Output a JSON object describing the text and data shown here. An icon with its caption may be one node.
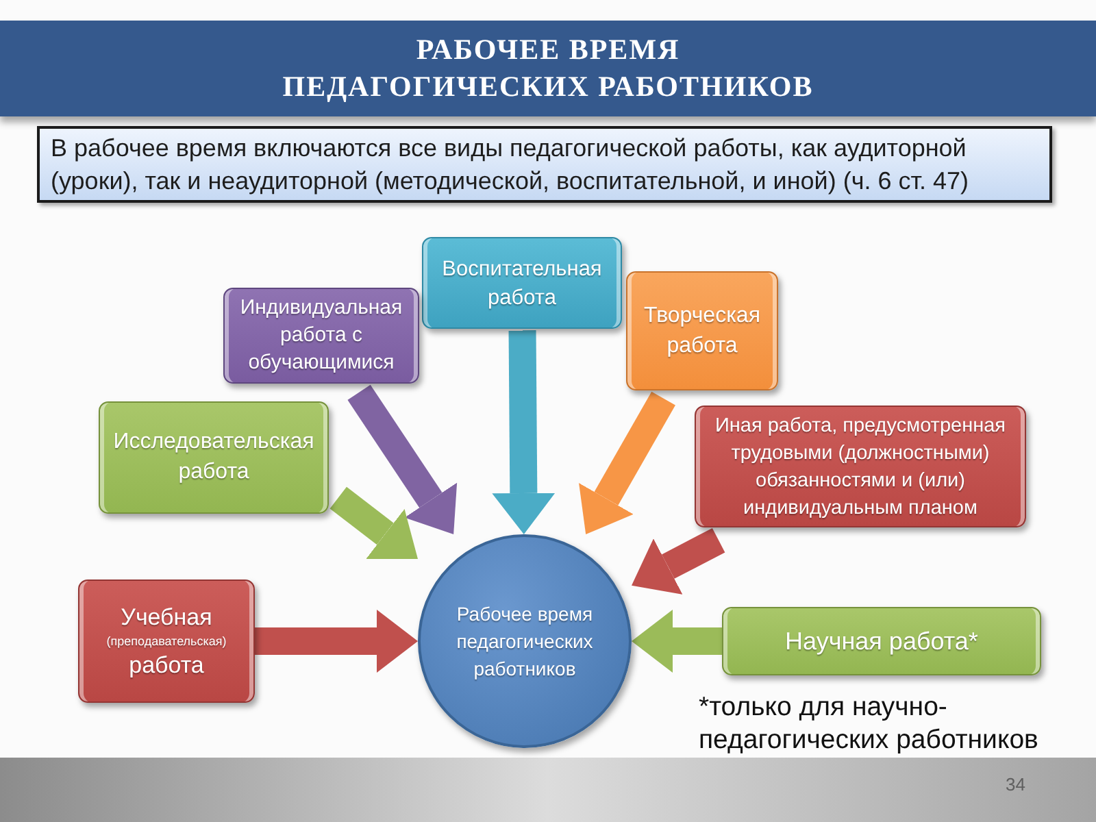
{
  "diagram": {
    "title": "РАБОЧЕЕ ВРЕМЯ ПЕДАГОГИЧЕСКИХ РАБОТНИКОВ",
    "nodes": [
      {
        "text": [
          "В рабочее время включаются все виды педагогической работы, как аудиторной (уроки), так и неаудиторной (методической, воспитательной, и иной) (ч. 6 ст. 47)"
        ]
      },
      {
        "text": [
          "Воспитательная работа"
        ]
      },
      {
        "text": [
          "Индивидуальная работа с обучающимися"
        ]
      },
      {
        "text": [
          "Творческая работа"
        ]
      },
      {
        "text": [
          "Исследовательская работа"
        ]
      },
      {
        "text": [
          "Иная работа, предусмотренная трудовыми (должностными) обязанностями и (или) индивидуальным планом"
        ]
      },
      {
        "text": [
          "Учебная",
          "(преподавательская)",
          "работа"
        ]
      },
      {
        "text": [
          "Рабочее время педагогических работников"
        ]
      },
      {
        "text": [
          "Научная работа*"
        ]
      }
    ],
    "edges": [
      {
        "from": 1,
        "to": 7,
        "arrow": "to",
        "color": "#4bacc6"
      },
      {
        "from": 2,
        "to": 7,
        "arrow": "to",
        "color": "#8064a2"
      },
      {
        "from": 3,
        "to": 7,
        "arrow": "to",
        "color": "#f79646"
      },
      {
        "from": 4,
        "to": 7,
        "arrow": "to",
        "color": "#9bbb59"
      },
      {
        "from": 5,
        "to": 7,
        "arrow": "to",
        "color": "#c0504d"
      },
      {
        "from": 6,
        "to": 7,
        "arrow": "to",
        "color": "#c0504d"
      },
      {
        "from": 8,
        "to": 7,
        "arrow": "to",
        "color": "#9bbb59"
      }
    ],
    "labels": [
      "*только для научно-педагогических работников",
      "34"
    ]
  }
}
